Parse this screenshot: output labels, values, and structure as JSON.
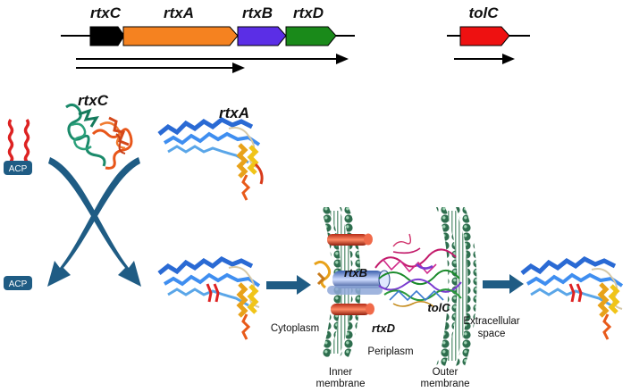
{
  "operon": {
    "genes": [
      {
        "name": "rtxC",
        "color": "#000000"
      },
      {
        "name": "rtxA",
        "color": "#f58220"
      },
      {
        "name": "rtxB",
        "color": "#5b2ee6"
      },
      {
        "name": "rtxD",
        "color": "#1a8a1a"
      },
      {
        "name": "tolC",
        "color": "#ee1111"
      }
    ]
  },
  "labels": {
    "acp_top": "ACP",
    "acp_bottom": "ACP",
    "rtxC_struct": "rtxC",
    "rtxA_struct": "rtxA",
    "rtxB_protein": "rtxB",
    "rtxD_protein": "rtxD",
    "tolC_protein": "tolC",
    "cytoplasm": "Cytoplasm",
    "periplasm": "Periplasm",
    "extracellular_line1": "Extracellular",
    "extracellular_line2": "space",
    "inner_membrane_line1": "Inner",
    "inner_membrane_line2": "membrane",
    "outer_membrane_line1": "Outer",
    "outer_membrane_line2": "membrane"
  },
  "colors": {
    "acp_box": "#1f5c84",
    "process_arrow": "#1f5c84",
    "membrane": "#2e6e4e",
    "helix_red": "#dd2222",
    "transporter": "#6f8fd0"
  }
}
